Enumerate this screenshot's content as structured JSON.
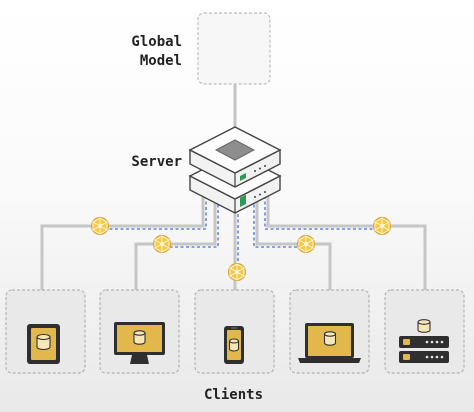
{
  "labels": {
    "global_model_line1": "Global",
    "global_model_line2": "Model",
    "server": "Server",
    "clients": "Clients"
  },
  "colors": {
    "wire": "#c4c4c4",
    "dash_blue": "#4a6fd6",
    "device_gold": "#e0b84a",
    "node_gold": "#efc24c",
    "box_border": "#b0b0b0"
  },
  "devices": [
    {
      "name": "tablet",
      "icon": "tablet-icon"
    },
    {
      "name": "desktop",
      "icon": "monitor-icon"
    },
    {
      "name": "phone",
      "icon": "phone-icon"
    },
    {
      "name": "laptop",
      "icon": "laptop-icon"
    },
    {
      "name": "server-rack",
      "icon": "database-rack-icon"
    }
  ]
}
